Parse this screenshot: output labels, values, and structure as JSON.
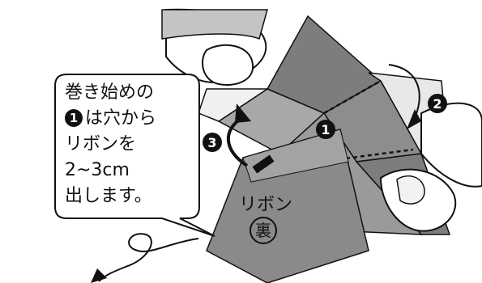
{
  "callout": {
    "line1": "巻き始めの",
    "badge": "1",
    "line2": "は穴から",
    "line3": "リボンを",
    "line4": "2~3cm",
    "line5": "出します。"
  },
  "ribbon": {
    "label": "リボン",
    "side_mark": "裏"
  },
  "steps": {
    "s1": "1",
    "s2": "2",
    "s3": "3"
  },
  "colors": {
    "paper_dark": "#7d7d7d",
    "paper_mid": "#a8a8a8",
    "paper_light": "#c4c4c4",
    "ribbon": "#8a8a8a",
    "hand": "#ffffff",
    "outline": "#111111"
  }
}
